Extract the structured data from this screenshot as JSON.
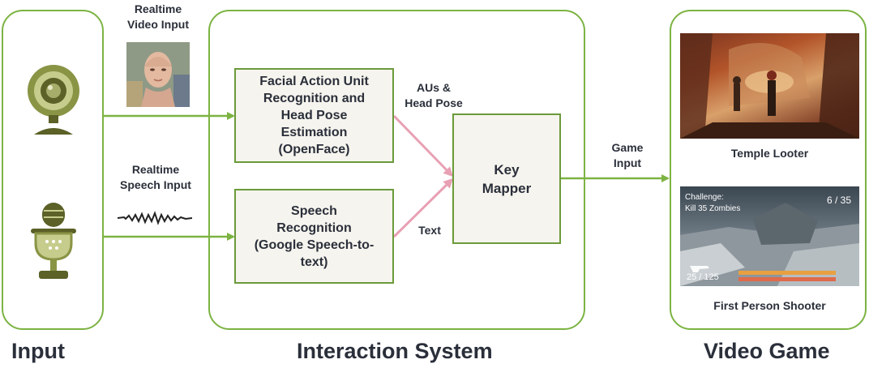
{
  "sections": {
    "input": "Input",
    "interaction": "Interaction System",
    "video_game": "Video Game"
  },
  "input_labels": {
    "video": "Realtime\nVideo Input",
    "speech": "Realtime\nSpeech Input"
  },
  "boxes": {
    "facial": "Facial Action Unit\nRecognition and\nHead Pose\nEstimation\n(OpenFace)",
    "speech": "Speech\nRecognition\n(Google Speech-to-\ntext)",
    "mapper": "Key\nMapper"
  },
  "edge_labels": {
    "aus": "AUs &\nHead Pose",
    "text": "Text",
    "game_input": "Game\nInput"
  },
  "games": {
    "temple": "Temple Looter",
    "fps": "First Person Shooter",
    "fps_hud": {
      "challenge": "Challenge:",
      "task": "Kill 35 Zombies",
      "counter": "6 / 35",
      "ammo": "25 / 125"
    }
  },
  "colors": {
    "panel_border": "#7cb342",
    "arrow_green": "#7cb342",
    "arrow_pink": "#e8a0b4",
    "icon_olive": "#8a9445",
    "icon_dark": "#5b6127"
  },
  "icons": {
    "webcam": "webcam-icon",
    "microphone": "microphone-icon",
    "face": "face-thumbnail",
    "waveform": "waveform-icon"
  }
}
